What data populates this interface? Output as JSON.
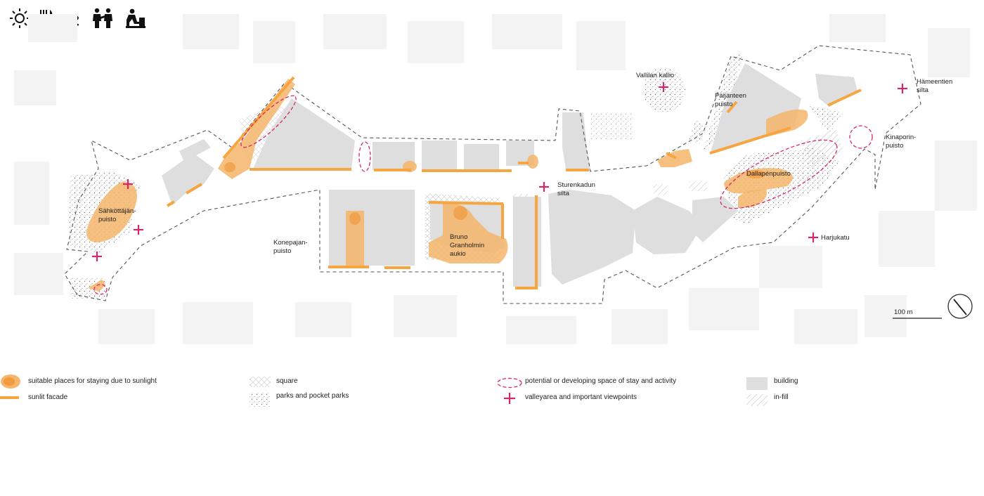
{
  "icons": [
    "sun-icon",
    "fork-knife-icon",
    "coffee-cup-icon",
    "people-icon",
    "person-sitting-icon"
  ],
  "colors": {
    "sunlit": "#f7a541",
    "sunlit_fill": "#f5b56a",
    "accent": "#d6266e",
    "building": "#dedede",
    "background_building": "#f3f3f3",
    "boundary": "#666666"
  },
  "places": {
    "vallilan_kallio": "Vallilan kallio",
    "hameentien_silta": [
      "Hämeentien",
      "silta"
    ],
    "paijanteen_puisto": [
      "Päijänteen",
      "puisto"
    ],
    "kinaporin_puisto": [
      "Kinaporin-",
      "puisto"
    ],
    "sahkottajan_puisto": [
      "Sähköttäjän-",
      "puisto"
    ],
    "sturenkadun_silta": [
      "Sturenkadun",
      "silta"
    ],
    "dallapenpuisto": "Dallapénpuisto",
    "konepajan_puisto": [
      "Konepajan-",
      "puisto"
    ],
    "bruno_granholmin_aukio": [
      "Bruno",
      "Granholmin",
      "aukio"
    ],
    "harjukatu": "Harjukatu"
  },
  "scale_label": "100 m",
  "legend": {
    "sunlight_places": "suitable places for staying due to sunlight",
    "sunlit_facade": "sunlit facade",
    "square": "square",
    "parks": "parks and pocket parks",
    "potential_space": "potential or developing space of stay and activity",
    "viewpoints": "valleyarea and important viewpoints",
    "building": "building",
    "infill": "in-fill"
  }
}
